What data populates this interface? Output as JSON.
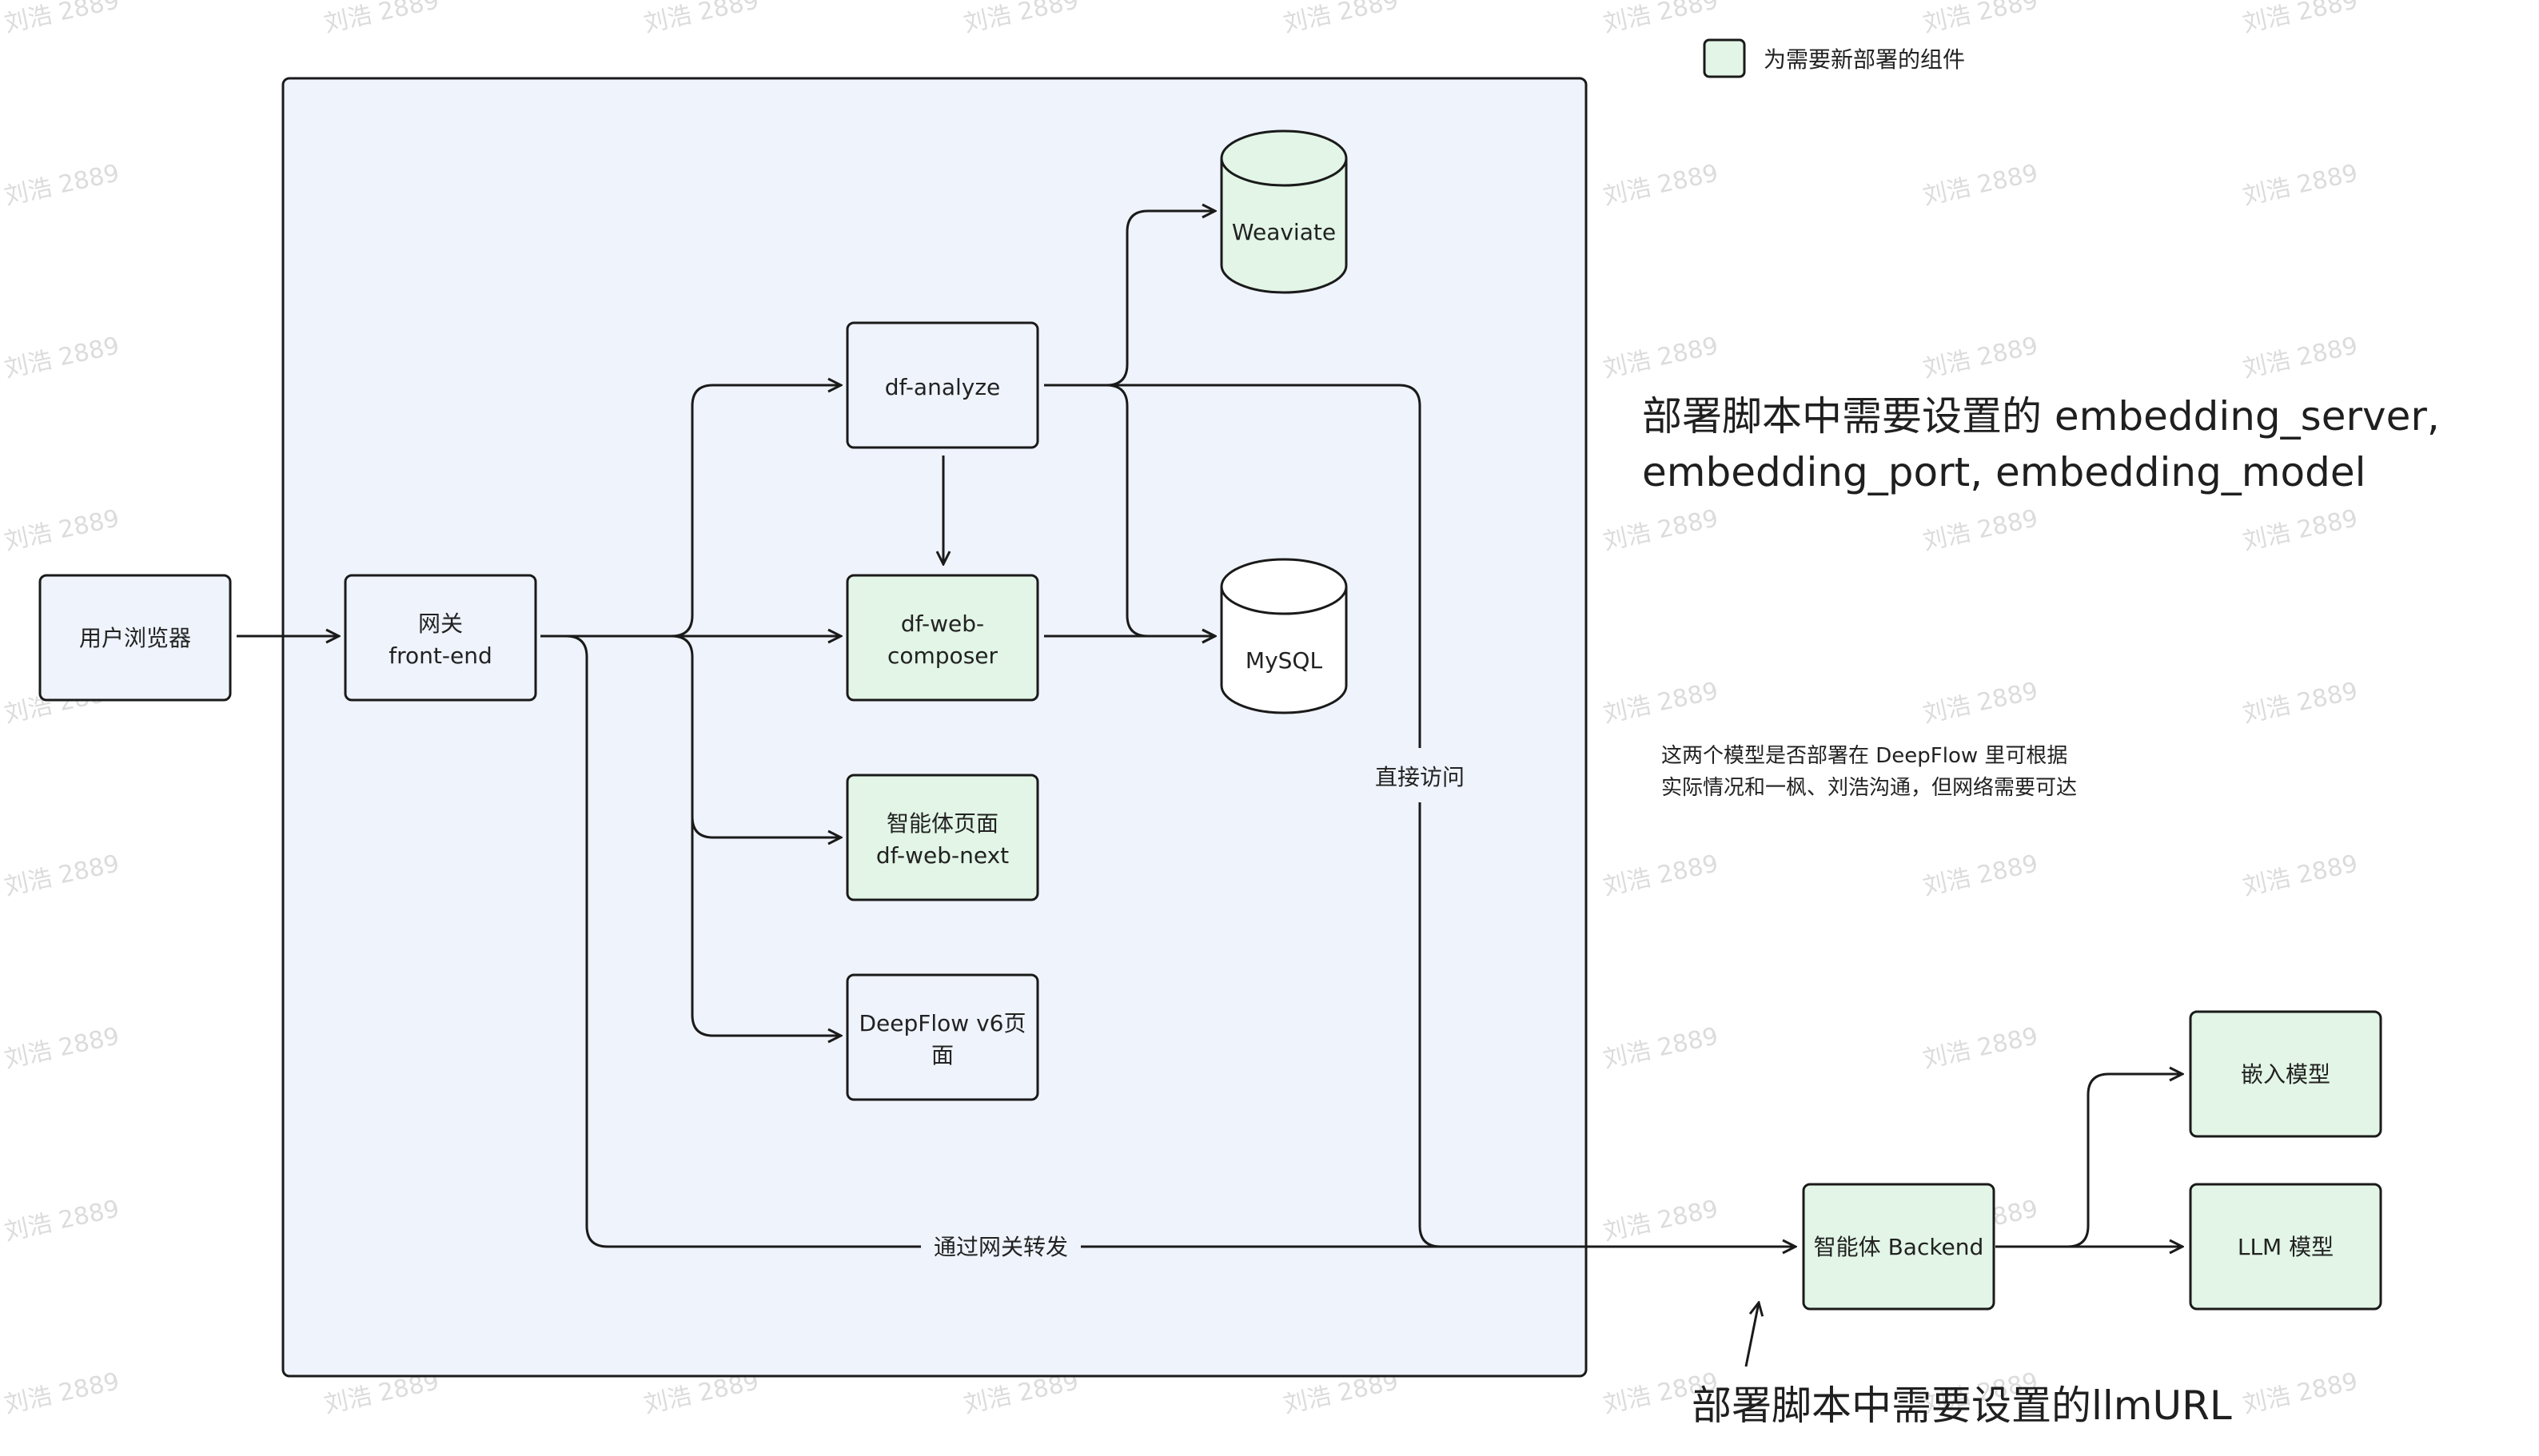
{
  "watermark": "刘浩 2889",
  "legend": {
    "label": "为需要新部署的组件",
    "new_color": "#e2f5e6"
  },
  "colors": {
    "container_fill": "#eff3fc",
    "new_fill": "#e2f5e6",
    "stroke": "#1a1a1a"
  },
  "nodes": {
    "browser": {
      "lines": [
        "用户浏览器"
      ]
    },
    "gateway": {
      "lines": [
        "网关",
        "front-end"
      ]
    },
    "df_analyze": {
      "lines": [
        "df-analyze"
      ]
    },
    "df_web_composer": {
      "lines": [
        "df-web-",
        "composer"
      ]
    },
    "agent_page": {
      "lines": [
        "智能体页面",
        "df-web-next"
      ]
    },
    "deepflow_page": {
      "lines": [
        "DeepFlow v6页",
        "面"
      ]
    },
    "weaviate": {
      "lines": [
        "Weaviate"
      ]
    },
    "mysql": {
      "lines": [
        "MySQL"
      ]
    },
    "agent_backend": {
      "lines": [
        "智能体 Backend"
      ]
    },
    "embed_model": {
      "lines": [
        "嵌入模型"
      ]
    },
    "llm_model": {
      "lines": [
        "LLM 模型"
      ]
    }
  },
  "edge_labels": {
    "direct_access": "直接访问",
    "via_gateway": "通过网关转发"
  },
  "notes": {
    "embedding": [
      "部署脚本中需要设置的 embedding_server,",
      "embedding_port, embedding_model"
    ],
    "models": [
      "这两个模型是否部署在 DeepFlow 里可根据",
      "实际情况和一枫、刘浩沟通，但网络需要可达"
    ],
    "llm": [
      "部署脚本中需要设置的llmURL"
    ]
  }
}
